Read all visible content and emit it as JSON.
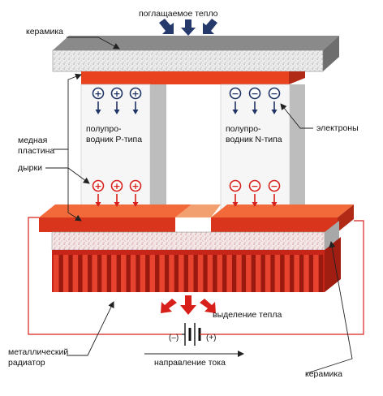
{
  "labels": {
    "absorbed_heat": "поглащаемое тепло",
    "ceramic_top": "керамика",
    "copper_plate_line1": "медная",
    "copper_plate_line2": "пластина",
    "holes": "дырки",
    "p_type_line1": "полупро-",
    "p_type_line2": "водник P-типа",
    "n_type_line1": "полупро-",
    "n_type_line2": "водник N-типа",
    "electrons": "электроны",
    "heat_release": "выделение тепла",
    "minus_sign": "(–)",
    "plus_sign": "(+)",
    "current_direction": "направление тока",
    "radiator_line1": "металлический",
    "radiator_line2": "радиатор",
    "ceramic_bottom": "керамика"
  },
  "colors": {
    "copper": "#e8431e",
    "copper_top_face": "#f26a3a",
    "copper_front_face": "#c8321a",
    "ceramic": "#e6e6e6",
    "ceramic_dark": "#9a9a9a",
    "radiator": "#d42a1a",
    "semiconductor_front": "#f4f4f4",
    "semiconductor_side": "#bdbdbd",
    "holes_red": "#d8201a",
    "electrons_navy": "#1f3466",
    "heat_in_arrow": "#26396b",
    "heat_out_arrow": "#d8201a",
    "circuit_wire": "#d8201a"
  },
  "symbols": {
    "hole_sign": "+",
    "electron_sign": "−"
  }
}
